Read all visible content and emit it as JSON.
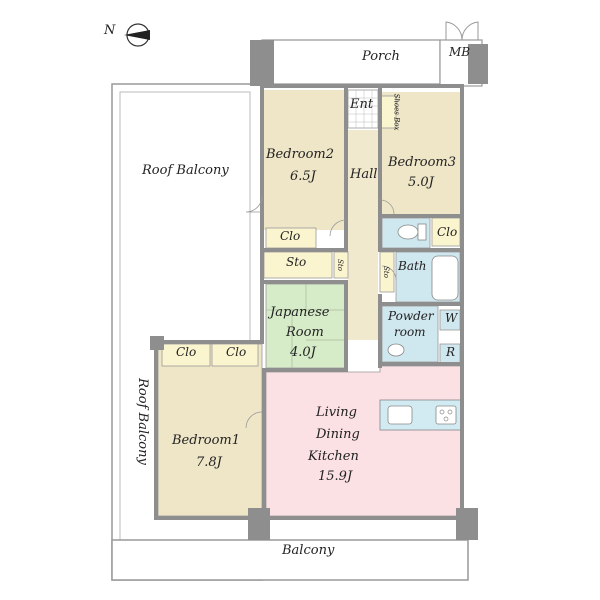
{
  "compass": {
    "north_label": "N"
  },
  "rooms": {
    "porch": "Porch",
    "mb": "MB",
    "ent": "Ent",
    "shoes_box": "Shoes Box",
    "bedroom2": {
      "name": "Bedroom2",
      "size": "6.5J"
    },
    "bedroom3": {
      "name": "Bedroom3",
      "size": "5.0J"
    },
    "hall": "Hall",
    "roof_balcony_top": "Roof Balcony",
    "roof_balcony_left": "Roof Balcony",
    "clo_b2": "Clo",
    "clo_b3": "Clo",
    "sto_main": "Sto",
    "sto_v1": "Sto",
    "sto_v2": "Sto",
    "bath": "Bath",
    "japanese": {
      "name1": "Japanese",
      "name2": "Room",
      "size": "4.0J"
    },
    "powder": {
      "name1": "Powder",
      "name2": "room"
    },
    "w": "W",
    "r": "R",
    "clo_b1a": "Clo",
    "clo_b1b": "Clo",
    "bedroom1": {
      "name": "Bedroom1",
      "size": "7.8J"
    },
    "ldk": {
      "line1": "Living",
      "line2": "Dining",
      "line3": "Kitchen",
      "size": "15.9J"
    },
    "balcony": "Balcony"
  },
  "colors": {
    "bedroom": "#efe6c8",
    "japanese": "#d6ecc8",
    "wet": "#cfe7ef",
    "ldk": "#fbe0e4",
    "storage": "#fbf5cf",
    "hall": "#f1e9cd",
    "balcony_fill": "#ffffff",
    "wall": "#8e8e8e",
    "outline": "#888888"
  }
}
